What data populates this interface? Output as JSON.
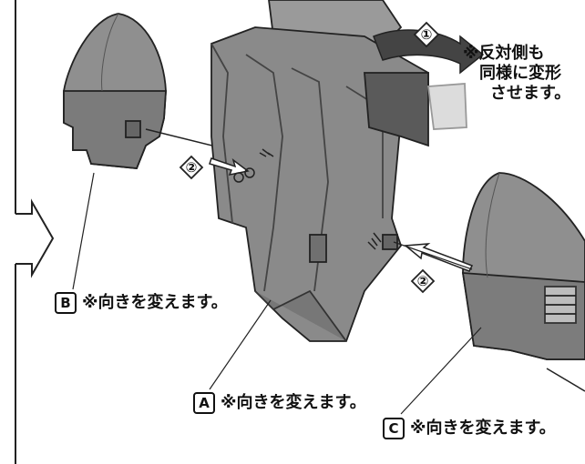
{
  "notes": {
    "other_side": [
      "※反対側も",
      "同様に変形",
      "させます。"
    ]
  },
  "steps": {
    "step1": "①",
    "step2a": "②",
    "step2b": "②"
  },
  "parts": {
    "a": {
      "letter": "A",
      "text": "※向きを変えます。"
    },
    "b": {
      "letter": "B",
      "text": "※向きを変えます。"
    },
    "c": {
      "letter": "C",
      "text": "※向きを変えます。"
    }
  }
}
